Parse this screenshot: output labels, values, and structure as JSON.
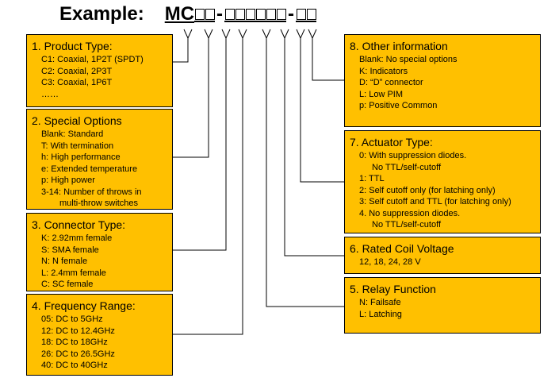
{
  "title": {
    "example_label": "Example:",
    "code_prefix": "MC",
    "group_sizes": [
      2,
      6,
      2
    ],
    "separator": "-"
  },
  "boxes": {
    "product_type": {
      "heading": "1. Product Type:",
      "lines": [
        "C1: Coaxial, 1P2T (SPDT)",
        "C2: Coaxial, 2P3T",
        "C3: Coaxial, 1P6T",
        "……"
      ]
    },
    "special_options": {
      "heading": "2. Special Options",
      "lines": [
        "Blank: Standard",
        "T: With termination",
        "h: High performance",
        "e: Extended temperature",
        "p: High power",
        "3-14: Number of throws in",
        "multi-throw switches"
      ]
    },
    "connector_type": {
      "heading": "3. Connector Type:",
      "lines": [
        "K: 2.92mm female",
        "S: SMA female",
        "N: N female",
        "L: 2.4mm female",
        "C: SC female"
      ]
    },
    "frequency_range": {
      "heading": "4. Frequency Range:",
      "lines": [
        "05: DC to 5GHz",
        "12: DC to 12.4GHz",
        "18: DC to 18GHz",
        "26: DC to 26.5GHz",
        "40: DC to 40GHz"
      ]
    },
    "other_information": {
      "heading": "8. Other information",
      "lines": [
        "Blank: No special options",
        "K: Indicators",
        "D: “D” connector",
        "L:  Low PIM",
        "p: Positive Common"
      ]
    },
    "actuator_type": {
      "heading": "7. Actuator Type:",
      "lines": [
        "0: With suppression diodes.",
        "No TTL/self-cutoff",
        "1: TTL",
        "2: Self cutoff only (for latching only)",
        "3: Self cutoff and TTL (for latching only)",
        "4. No suppression diodes.",
        "No TTL/self-cutoff"
      ]
    },
    "rated_coil_voltage": {
      "heading": "6. Rated Coil Voltage",
      "lines": [
        "12, 18, 24, 28 V"
      ]
    },
    "relay_function": {
      "heading": "5. Relay Function",
      "lines": [
        "N: Failsafe",
        "L: Latching"
      ]
    }
  }
}
